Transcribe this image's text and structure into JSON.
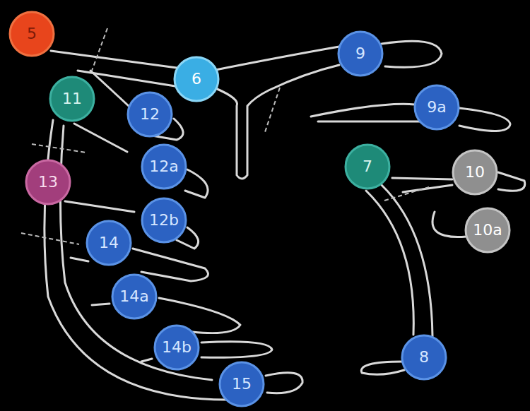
{
  "diagram": {
    "nodes": [
      {
        "text": [
          "5"
        ]
      },
      {
        "text": [
          "9"
        ]
      },
      {
        "text": [
          "6"
        ]
      },
      {
        "text": [
          "11"
        ]
      },
      {
        "text": [
          "12"
        ]
      },
      {
        "text": [
          "9a"
        ]
      },
      {
        "text": [
          "12a"
        ]
      },
      {
        "text": [
          "7"
        ]
      },
      {
        "text": [
          "10"
        ]
      },
      {
        "text": [
          "13"
        ]
      },
      {
        "text": [
          "12b"
        ]
      },
      {
        "text": [
          "10a"
        ]
      },
      {
        "text": [
          "14"
        ]
      },
      {
        "text": [
          "14a"
        ]
      },
      {
        "text": [
          "14b"
        ]
      },
      {
        "text": [
          "8"
        ]
      },
      {
        "text": [
          "15"
        ]
      }
    ]
  }
}
